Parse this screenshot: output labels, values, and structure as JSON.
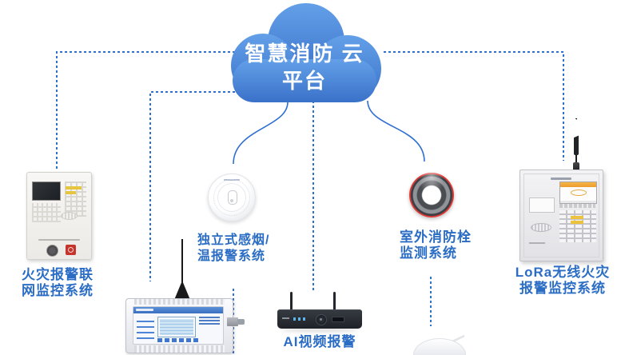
{
  "cloud": {
    "title_line1": "智慧消防",
    "title_line2": "云平台"
  },
  "devices": {
    "fire_alarm_system": {
      "label_line1": "火灾报警联",
      "label_line2": "网监控系统",
      "image": "fire-alarm-control-panel"
    },
    "smoke_heat_alarm_system": {
      "label_line1": "独立式感烟/",
      "label_line2": "温报警系统",
      "image": "round-smoke-detector"
    },
    "hydrant_monitoring_system": {
      "label_line1": "室外消防栓",
      "label_line2": "监测系统",
      "image": "fire-hydrant-cap-top-view"
    },
    "lora_fire_alarm_system": {
      "label_line1": "LoRa无线火灾",
      "label_line2": "报警监控系统",
      "image": "wireless-alarm-host-with-antenna"
    },
    "ai_video_alarm": {
      "label_line1": "AI视频报警",
      "image": "black-nvr-box-with-two-antennas"
    },
    "gateway": {
      "image": "din-rail-gateway-with-antenna"
    },
    "partial_bottom_device": {
      "image": "white-dome-device-partially-visible"
    }
  },
  "connections": [
    {
      "from": "cloud",
      "to": "fire_alarm_system",
      "style": "dashed-elbow"
    },
    {
      "from": "cloud",
      "to": "gateway",
      "style": "dashed-elbow"
    },
    {
      "from": "cloud",
      "to": "smoke_heat_alarm_system",
      "style": "solid-curve"
    },
    {
      "from": "cloud",
      "to": "ai_video_alarm",
      "style": "dashed-vertical"
    },
    {
      "from": "cloud",
      "to": "hydrant_monitoring_system",
      "style": "solid-curve"
    },
    {
      "from": "cloud",
      "to": "lora_fire_alarm_system",
      "style": "dashed-elbow"
    },
    {
      "from": "hydrant_monitoring_system",
      "to": "partial_bottom_device",
      "style": "dashed-vertical"
    },
    {
      "from": "smoke_heat_alarm_system",
      "to": "bottom-edge",
      "style": "dashed-vertical"
    }
  ],
  "colors": {
    "cloud_top": "#63A0E8",
    "cloud_bottom": "#3A71C9",
    "connector_blue": "#2E6FD2",
    "label_blue": "#2B6DC4",
    "hydrant_red": "#CF201D"
  }
}
